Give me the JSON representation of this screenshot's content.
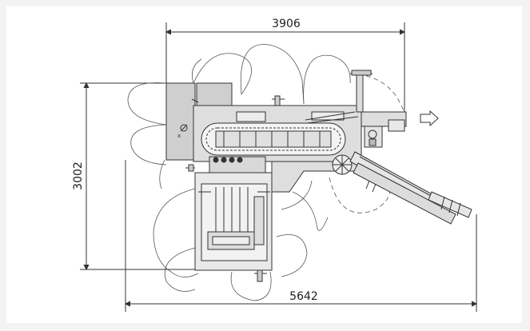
{
  "dimensions": {
    "top_width": "3906",
    "left_height": "3002",
    "bottom_width": "5642"
  }
}
